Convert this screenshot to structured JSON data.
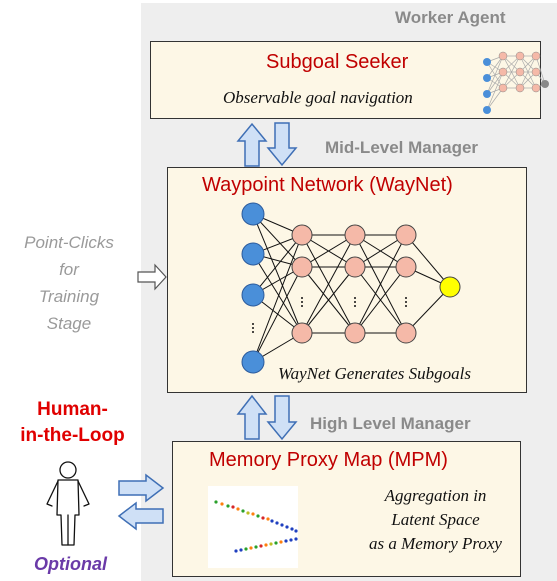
{
  "worker": {
    "tier_label": "Worker Agent",
    "title": "Subgoal Seeker",
    "subtitle": "Observable goal navigation"
  },
  "mid": {
    "tier_label": "Mid-Level Manager",
    "title": "Waypoint Network (WayNet)",
    "caption": "WayNet Generates Subgoals"
  },
  "high": {
    "tier_label": "High Level Manager",
    "title": "Memory Proxy Map (MPM)",
    "caption_lines": [
      "Aggregation in",
      "Latent Space",
      "as a Memory Proxy"
    ]
  },
  "side": {
    "point_clicks_lines": [
      "Point-Clicks",
      "for",
      "Training",
      "Stage"
    ],
    "hitl_lines": [
      "Human-",
      "in-the-Loop"
    ],
    "optional": "Optional"
  },
  "colors": {
    "title_red": "#c00000",
    "tier_gray": "#8a8a8a",
    "box_fill": "#fdf7e6",
    "arrow_fill": "#cfe0f6",
    "arrow_stroke": "#3f6fb5",
    "input_node": "#4a8fd9",
    "hidden_node": "#f5b9a8",
    "output_node": "#ffff00",
    "hitl_red": "#e00000",
    "optional_purple": "#6a3aa8"
  },
  "icons": [
    "neural-network-icon",
    "person-icon",
    "scatter-plot-thumbnail"
  ]
}
